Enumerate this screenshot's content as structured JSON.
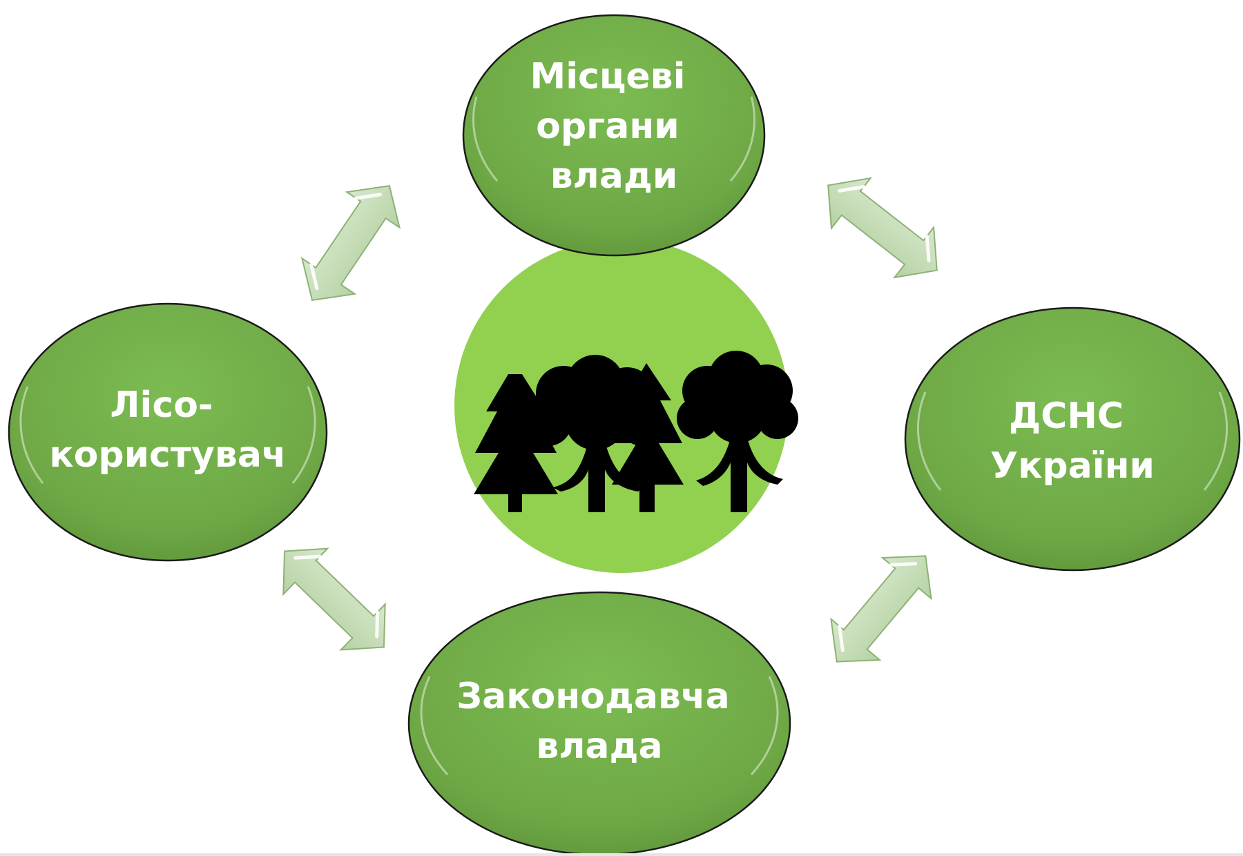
{
  "diagram": {
    "nodes": [
      {
        "id": "top",
        "lines": [
          "Місцеві",
          "органи",
          "влади"
        ]
      },
      {
        "id": "left",
        "lines": [
          "Лісо-",
          "користувач"
        ]
      },
      {
        "id": "right",
        "lines": [
          "ДСНС",
          "України"
        ]
      },
      {
        "id": "bottom",
        "lines": [
          "Законодавча",
          "влада"
        ]
      }
    ],
    "center": {
      "icon": "forest-trees-icon"
    },
    "arrows": [
      {
        "from": "left",
        "to": "top",
        "type": "bidirectional"
      },
      {
        "from": "top",
        "to": "right",
        "type": "bidirectional"
      },
      {
        "from": "left",
        "to": "bottom",
        "type": "bidirectional"
      },
      {
        "from": "bottom",
        "to": "right",
        "type": "bidirectional"
      }
    ]
  },
  "colors": {
    "node_fill": "#70ad47",
    "node_stroke": "#1a1a1a",
    "center_fill": "#92d050",
    "arrow_fill": "#c5dcb7",
    "arrow_stroke": "#8db176",
    "tree_fill": "#000000",
    "text": "#ffffff"
  }
}
